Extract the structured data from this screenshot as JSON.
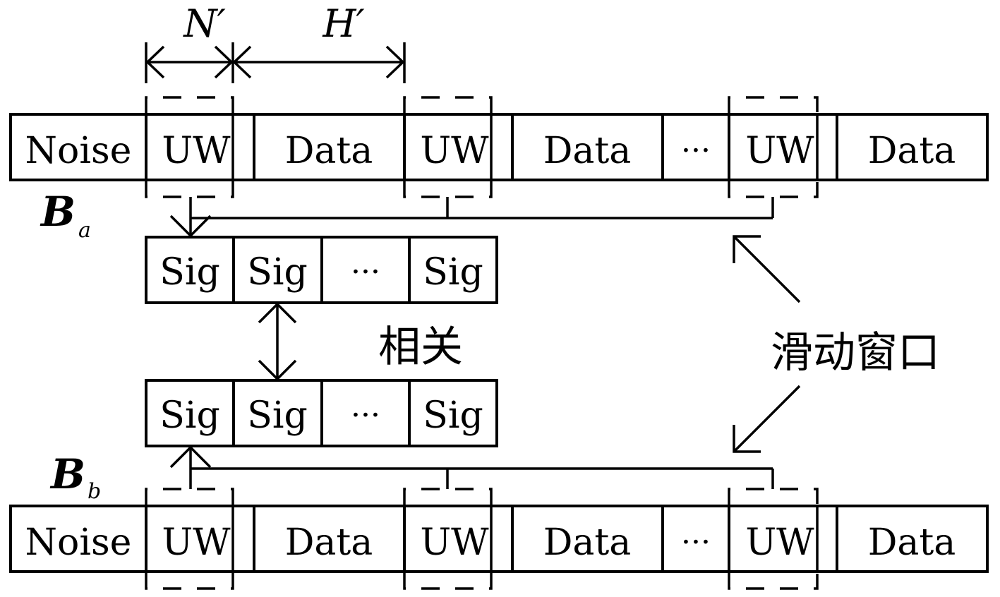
{
  "frame_a": {
    "label_main": "B",
    "label_sub": "a",
    "cells": [
      "Noise",
      "UW",
      "Data",
      "UW",
      "Data",
      "···",
      "UW",
      "Data"
    ]
  },
  "frame_b": {
    "label_main": "B",
    "label_sub": "b",
    "cells": [
      "Noise",
      "UW",
      "Data",
      "UW",
      "Data",
      "···",
      "UW",
      "Data"
    ]
  },
  "sig_row_a": [
    "Sig",
    "Sig",
    "···",
    "Sig"
  ],
  "sig_row_b": [
    "Sig",
    "Sig",
    "···",
    "Sig"
  ],
  "dims": {
    "n_prime": "N′",
    "h_prime": "H′"
  },
  "correlation_label": "相关",
  "sliding_window_label": "滑动窗口"
}
